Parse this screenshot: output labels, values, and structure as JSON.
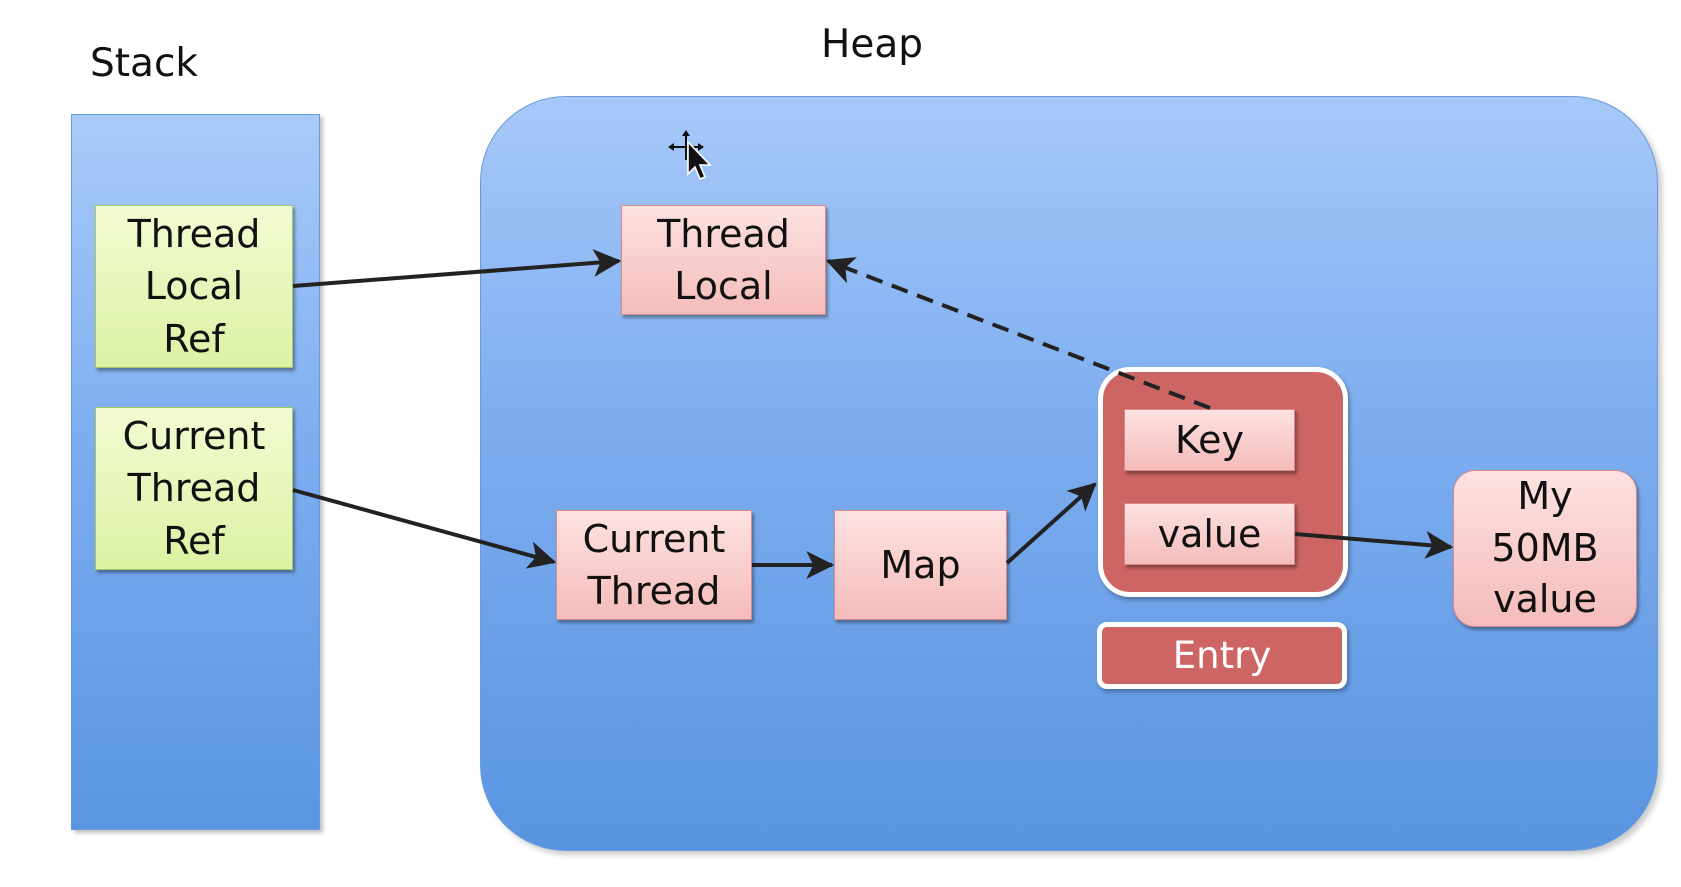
{
  "labels": {
    "stack": "Stack",
    "heap": "Heap"
  },
  "stack_items": {
    "thread_local_ref": "Thread\nLocal\nRef",
    "current_thread_ref": "Current\nThread\nRef"
  },
  "heap_items": {
    "thread_local": "Thread\nLocal",
    "current_thread": "Current\nThread",
    "map": "Map",
    "key": "Key",
    "value": "value",
    "entry": "Entry",
    "my_value": "My\n50MB\nvalue"
  },
  "colors": {
    "stack_fill": "#7eaef0",
    "heap_fill": "#80aff0",
    "ref_box": "#dcf2a4",
    "object_box": "#f4bcba",
    "entry_fill": "#cd6564",
    "arrow": "#222222"
  },
  "icons": [
    "move-cursor-icon"
  ]
}
